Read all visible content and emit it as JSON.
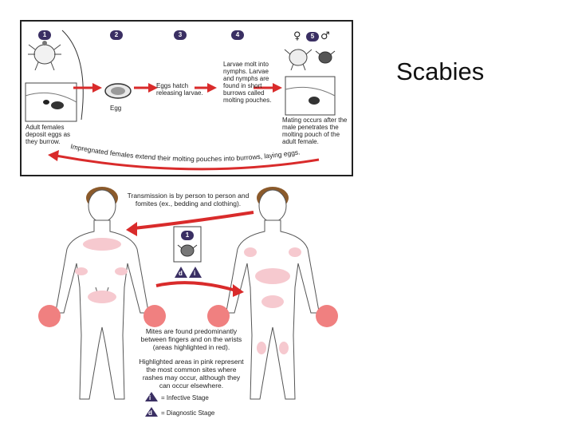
{
  "slide": {
    "title": "Scabies"
  },
  "cycle": {
    "stages": [
      {
        "num": "1",
        "label": "Adult females deposit eggs as they burrow."
      },
      {
        "num": "2",
        "label": "Egg"
      },
      {
        "num": "3",
        "label": "Eggs hatch releasing larvae."
      },
      {
        "num": "4",
        "label": "Larvae molt into nymphs. Larvae and nymphs are found in short burrows called molting pouches."
      },
      {
        "num": "5",
        "label": "Mating occurs after the male penetrates the molting pouch of the adult female."
      }
    ],
    "female_symbol": "♀",
    "male_symbol": "♂",
    "return_arrow_label": "Impregnated females extend their molting pouches into burrows, laying eggs."
  },
  "body": {
    "transmission_text": "Transmission is by person to person and fomites (ex., bedding and clothing).",
    "center_stage_num": "1",
    "center_badge_d": "d",
    "center_badge_i": "i",
    "mites_text": "Mites are found predominantly between fingers and on the wrists (areas highlighted in red).",
    "pink_text": "Highlighted areas in pink represent the most common sites where rashes may occur, although they can occur elsewhere.",
    "legend": {
      "infective_letter": "i",
      "infective_label": "= Infective Stage",
      "diagnostic_letter": "d",
      "diagnostic_label": "= Diagnostic Stage"
    }
  },
  "colors": {
    "badge": "#3a2f63",
    "arrow_red": "#d92b2b",
    "hair": "#8b5a2b",
    "skin_outline": "#555555",
    "rash_pink": "#f6c9cf",
    "hand_red": "#f08080"
  }
}
